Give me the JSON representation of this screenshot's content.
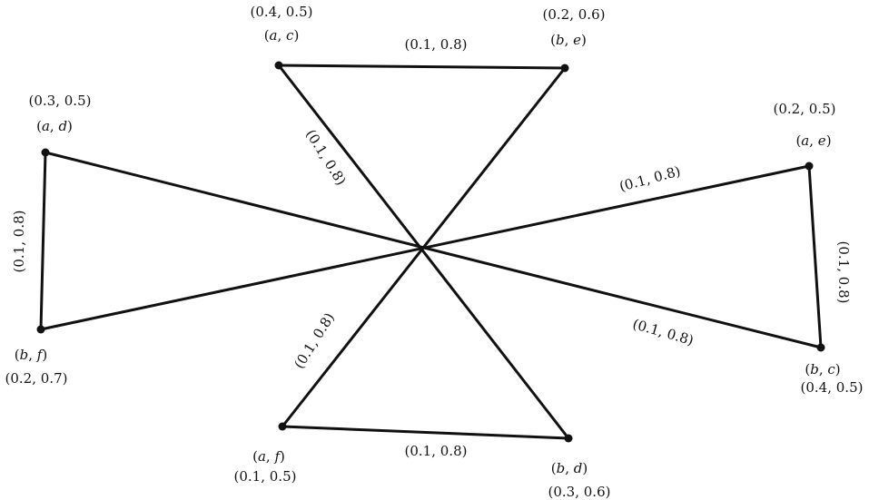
{
  "colors": {
    "stroke": "#111111",
    "background": "#ffffff"
  },
  "vertices": [
    {
      "id": "ac",
      "name": [
        "a",
        "c"
      ],
      "value": "(0.4, 0.5)"
    },
    {
      "id": "be_top",
      "name": [
        "b",
        "e"
      ],
      "value": "(0.2, 0.6)"
    },
    {
      "id": "ad",
      "name": [
        "a",
        "d"
      ],
      "value": "(0.3, 0.5)"
    },
    {
      "id": "bf",
      "name": [
        "b",
        "f"
      ],
      "value": "(0.2, 0.7)"
    },
    {
      "id": "ae",
      "name": [
        "a",
        "e"
      ],
      "value": "(0.2, 0.5)"
    },
    {
      "id": "bc",
      "name": [
        "b",
        "c"
      ],
      "value": "(0.4, 0.5)"
    },
    {
      "id": "af",
      "name": [
        "a",
        "f"
      ],
      "value": "(0.1, 0.5)"
    },
    {
      "id": "bd",
      "name": [
        "b",
        "d"
      ],
      "value": "(0.3, 0.6)"
    }
  ],
  "edges": [
    {
      "from": "ac",
      "to": "be_top",
      "label": "(0.1, 0.8)"
    },
    {
      "from": "ac",
      "to": "bd",
      "label": "(0.1, 0.8)"
    },
    {
      "from": "be_top",
      "to": "af",
      "label": "(0.1, 0.8)"
    },
    {
      "from": "ad",
      "to": "bf",
      "label": "(0.1, 0.8)"
    },
    {
      "from": "ad",
      "to": "bc",
      "label": "(0.1, 0.8)"
    },
    {
      "from": "bf",
      "to": "ae",
      "label": "(0.1, 0.8)"
    },
    {
      "from": "ae",
      "to": "bc",
      "label": "(0.1, 0.8)"
    },
    {
      "from": "af",
      "to": "bd",
      "label": "(0.1, 0.8)"
    }
  ]
}
